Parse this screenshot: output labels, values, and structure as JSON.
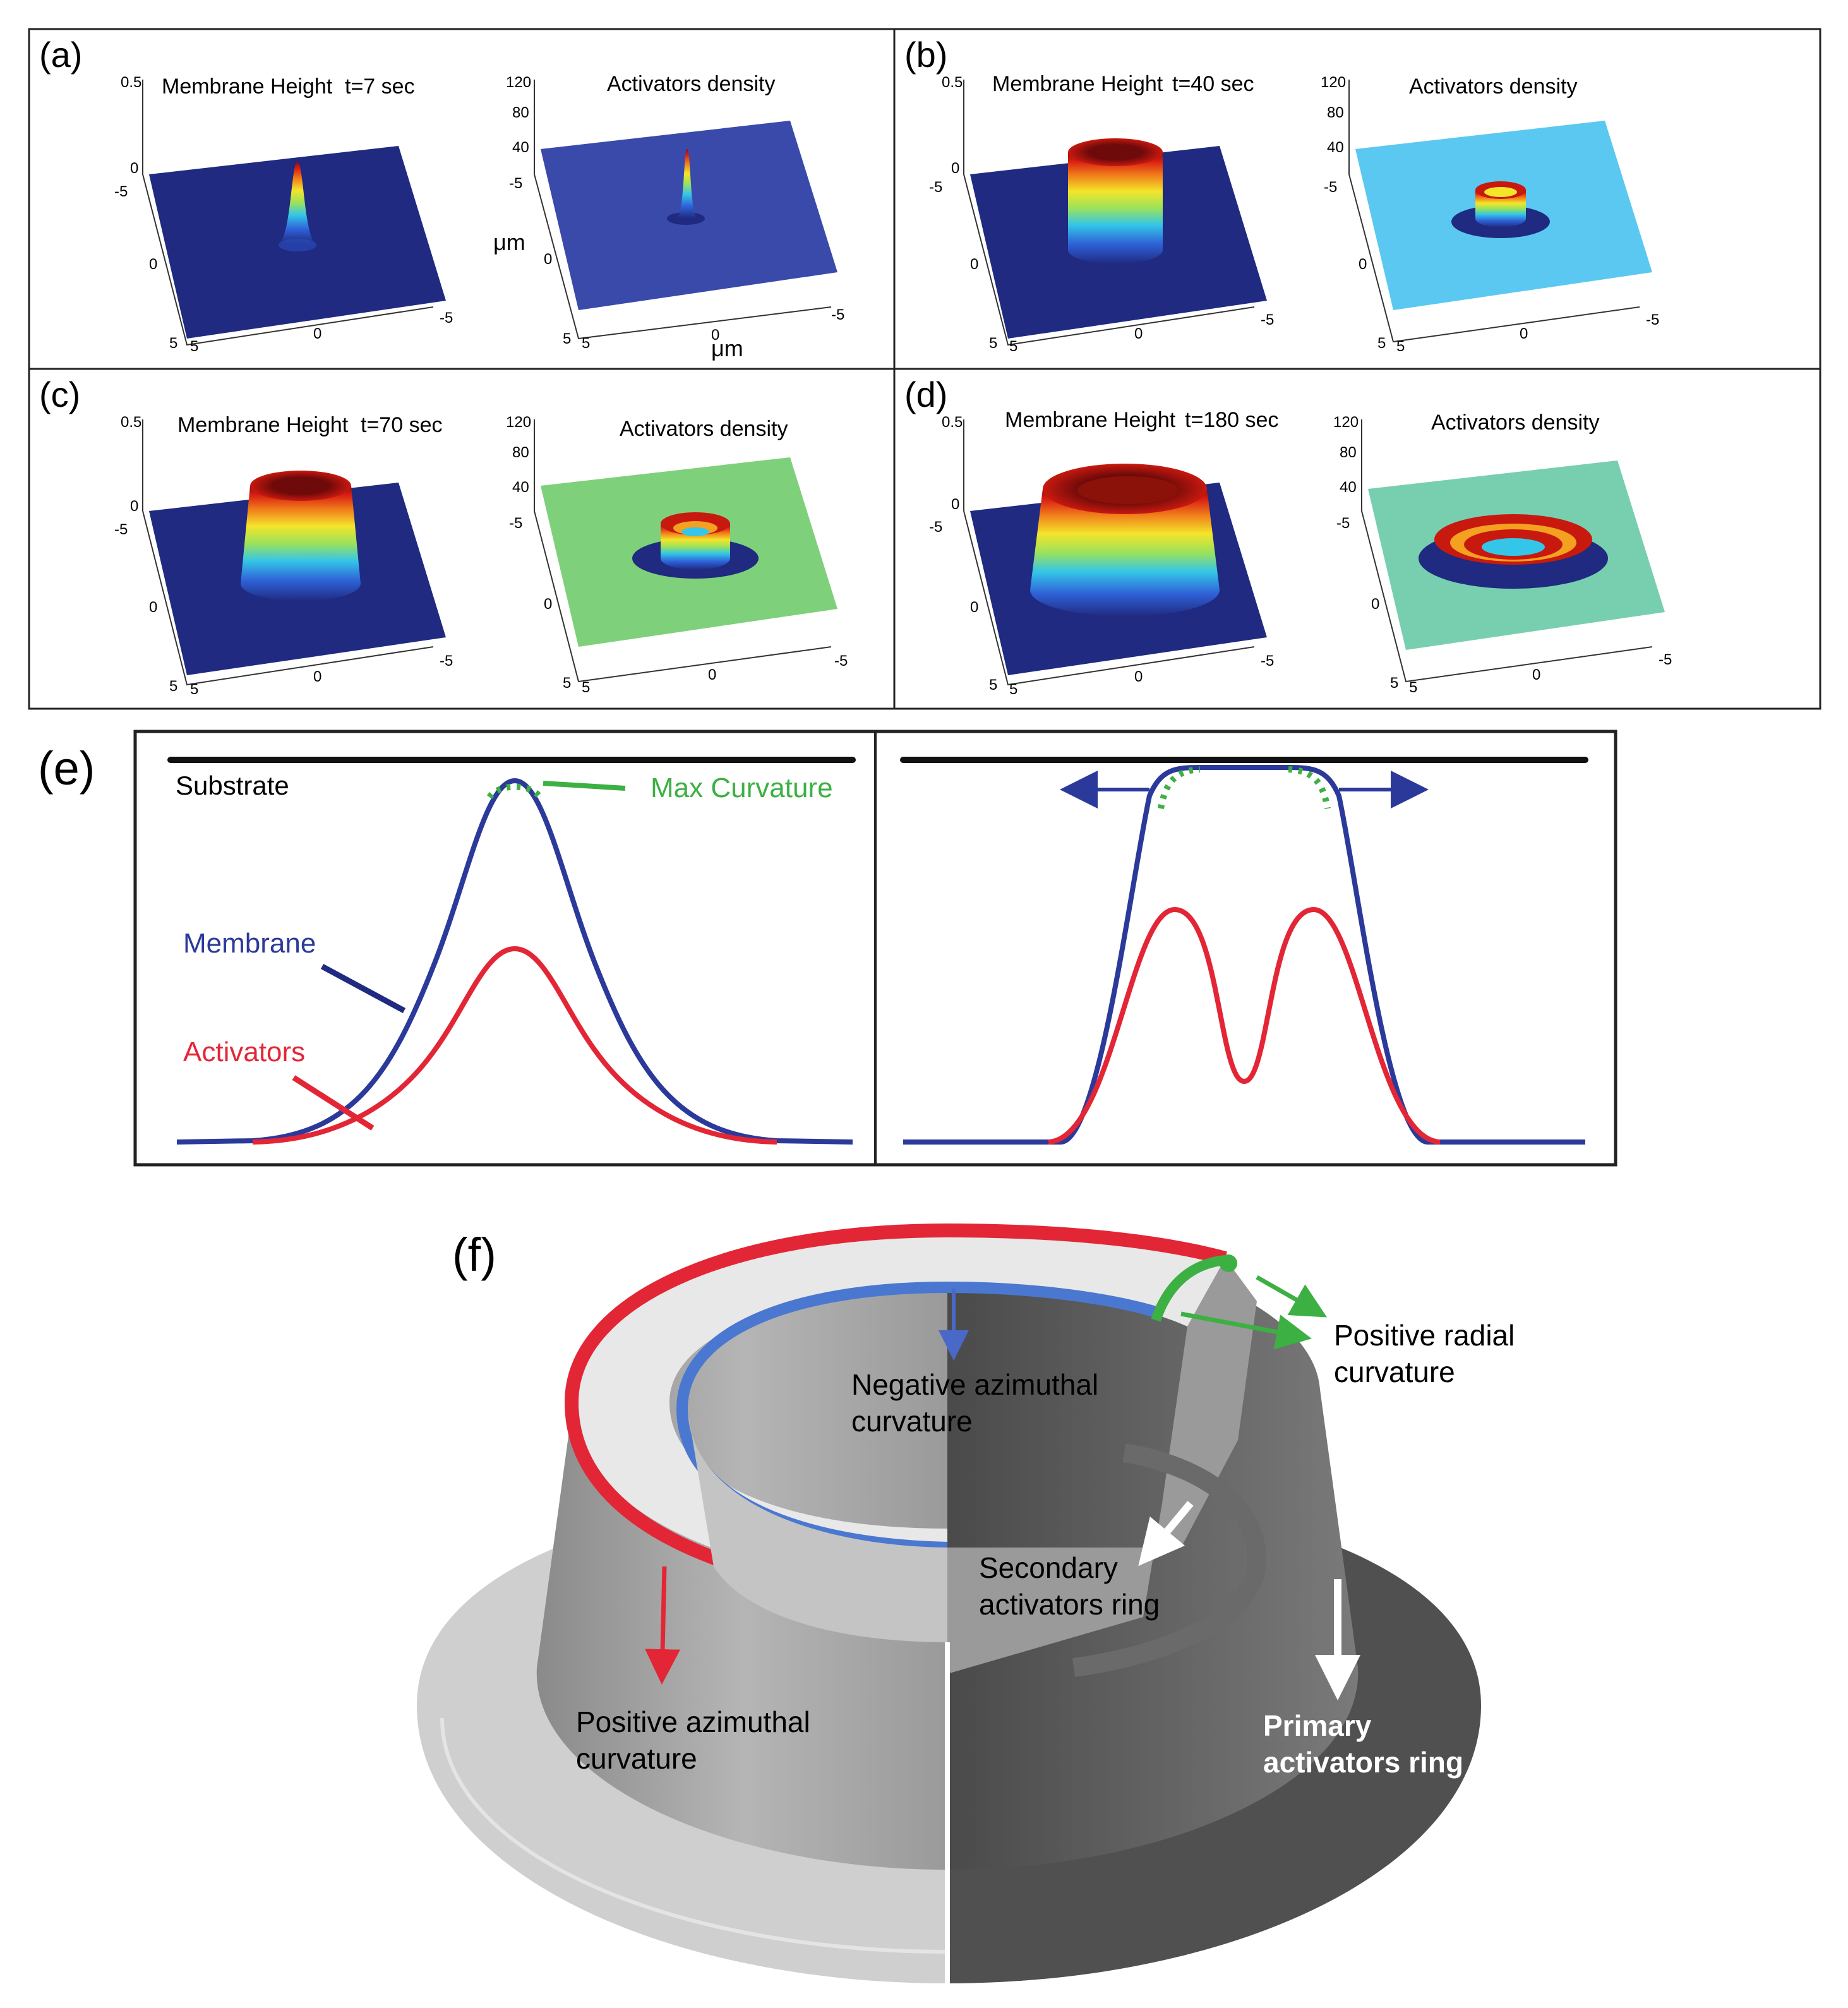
{
  "panels": {
    "a": {
      "label": "(a)",
      "height_title": "Membrane Height",
      "time": "t=7 sec",
      "density_title": "Activators density",
      "z_ticks_h": [
        "0.5",
        "0"
      ],
      "z_ticks_d": [
        "120",
        "80",
        "40"
      ],
      "y_ticks": [
        "-5",
        "0",
        "5"
      ],
      "x_ticks": [
        "5",
        "0",
        "-5"
      ],
      "x_unit": "μm",
      "y_unit": "μm"
    },
    "b": {
      "label": "(b)",
      "height_title": "Membrane Height",
      "time": "t=40 sec",
      "density_title": "Activators density",
      "z_ticks_h": [
        "0.5",
        "0"
      ],
      "z_ticks_d": [
        "120",
        "80",
        "40"
      ],
      "y_ticks": [
        "-5",
        "0",
        "5"
      ],
      "x_ticks": [
        "5",
        "0",
        "-5"
      ]
    },
    "c": {
      "label": "(c)",
      "height_title": "Membrane Height",
      "time": "t=70 sec",
      "density_title": "Activators density",
      "z_ticks_h": [
        "0.5",
        "0"
      ],
      "z_ticks_d": [
        "120",
        "80",
        "40"
      ],
      "y_ticks": [
        "-5",
        "0",
        "5"
      ],
      "x_ticks": [
        "5",
        "0",
        "-5"
      ]
    },
    "d": {
      "label": "(d)",
      "height_title": "Membrane Height",
      "time": "t=180 sec",
      "density_title": "Activators density",
      "z_ticks_h": [
        "0.5",
        "0"
      ],
      "z_ticks_d": [
        "120",
        "80",
        "40"
      ],
      "y_ticks": [
        "-5",
        "0",
        "5"
      ],
      "x_ticks": [
        "5",
        "0",
        "-5"
      ]
    }
  },
  "panel_e": {
    "label": "(e)",
    "substrate": "Substrate",
    "max_curvature": "Max Curvature",
    "membrane": "Membrane",
    "activators": "Activators"
  },
  "panel_f": {
    "label": "(f)",
    "negative_azimuthal_1": "Negative azimuthal",
    "negative_azimuthal_2": "curvature",
    "positive_radial_1": "Positive radial",
    "positive_radial_2": "curvature",
    "secondary_1": "Secondary",
    "secondary_2": "activators ring",
    "positive_azimuthal_1": "Positive azimuthal",
    "positive_azimuthal_2": "curvature",
    "primary_1": "Primary",
    "primary_2": "activators ring"
  },
  "colors": {
    "membrane": "#2b3a9a",
    "activators": "#e32636",
    "curvature": "#3cb043",
    "plane_height": "#1f2a80",
    "plane_b": "#5ac8f0",
    "plane_c": "#7fd07a",
    "plane_d": "#78cfb0"
  }
}
